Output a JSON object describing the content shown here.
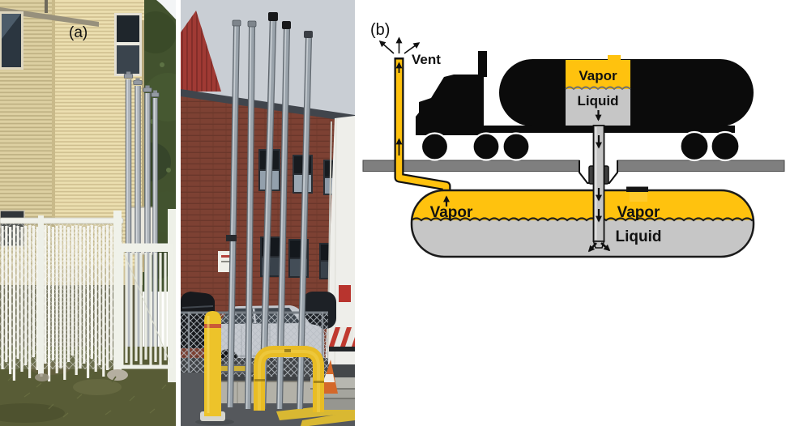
{
  "figure": {
    "panels": {
      "a": {
        "label": "(a)"
      },
      "b": {
        "label": "(b)"
      }
    },
    "diagram": {
      "vent_label": "Vent",
      "tanker": {
        "vapor_label": "Vapor",
        "liquid_label": "Liquid"
      },
      "tank": {
        "vapor_left_label": "Vapor",
        "vapor_right_label": "Vapor",
        "liquid_label": "Liquid"
      },
      "colors": {
        "vapor_yellow": "#FFC20E",
        "liquid_gray": "#C6C6C6",
        "ground_gray": "#7F7F7F",
        "silhouette_black": "#0B0B0B",
        "safety_yellow": "#EDC32A",
        "brick_red": "#7D4133"
      }
    }
  }
}
